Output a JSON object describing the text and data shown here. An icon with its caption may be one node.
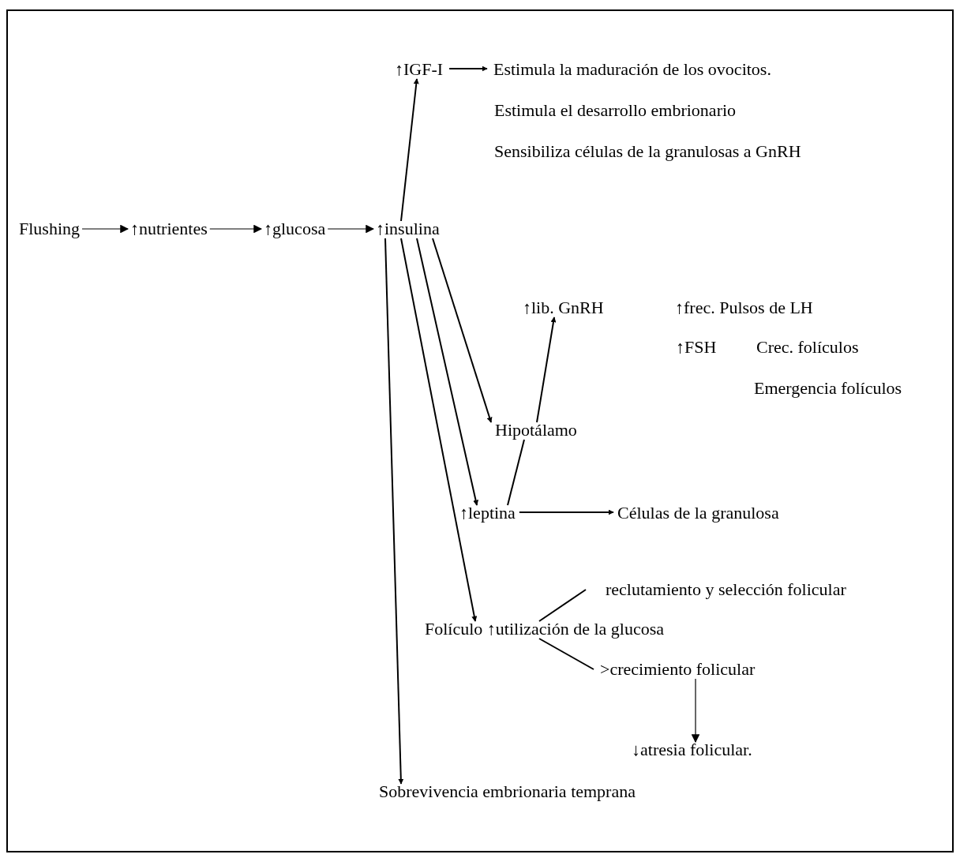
{
  "diagram": {
    "nodes": [
      {
        "text": [
          "Flushing"
        ]
      },
      {
        "text": [
          "↑nutrientes"
        ]
      },
      {
        "text": [
          "↑glucosa"
        ]
      },
      {
        "text": [
          "↑insulina"
        ]
      },
      {
        "text": [
          "↑IGF-I"
        ]
      },
      {
        "text": [
          "Estimula la maduración de los ovocitos."
        ]
      },
      {
        "text": [
          "↑lib. GnRH"
        ]
      },
      {
        "text": [
          "Hipotálamo"
        ]
      },
      {
        "text": [
          "↑leptina"
        ]
      },
      {
        "text": [
          "Células de la granulosa"
        ]
      },
      {
        "text": [
          "Folículo ↑utilización de la glucosa"
        ]
      },
      {
        "text": [
          "reclutamiento y selección folicular"
        ]
      },
      {
        "text": [
          ">crecimiento folicular"
        ]
      },
      {
        "text": [
          "↓atresia folicular."
        ]
      },
      {
        "text": [
          "Sobrevivencia embrionaria temprana"
        ]
      }
    ],
    "edges": [
      {
        "from": 0,
        "to": 1,
        "arrow": "to"
      },
      {
        "from": 1,
        "to": 2,
        "arrow": "to"
      },
      {
        "from": 2,
        "to": 3,
        "arrow": "to"
      },
      {
        "from": 3,
        "to": 4,
        "arrow": "to"
      },
      {
        "from": 4,
        "to": 5,
        "arrow": "to"
      },
      {
        "from": 3,
        "to": 7,
        "arrow": "to"
      },
      {
        "from": 3,
        "to": 8,
        "arrow": "to"
      },
      {
        "from": 3,
        "to": 10,
        "arrow": "to"
      },
      {
        "from": 3,
        "to": 14,
        "arrow": "to"
      },
      {
        "from": 7,
        "to": 6,
        "arrow": "to"
      },
      {
        "from": 8,
        "to": 7,
        "arrow": "none"
      },
      {
        "from": 8,
        "to": 9,
        "arrow": "to"
      },
      {
        "from": 10,
        "to": 11,
        "arrow": "none"
      },
      {
        "from": 10,
        "to": 12,
        "arrow": "none"
      },
      {
        "from": 12,
        "to": 13,
        "arrow": "to"
      }
    ],
    "labels": [
      "Estimula el desarrollo embrionario",
      "Sensibiliza células de la granulosas a GnRH",
      "↑frec. Pulsos de LH",
      "↑FSH",
      "Crec. folículos",
      "Emergencia folículos"
    ]
  }
}
